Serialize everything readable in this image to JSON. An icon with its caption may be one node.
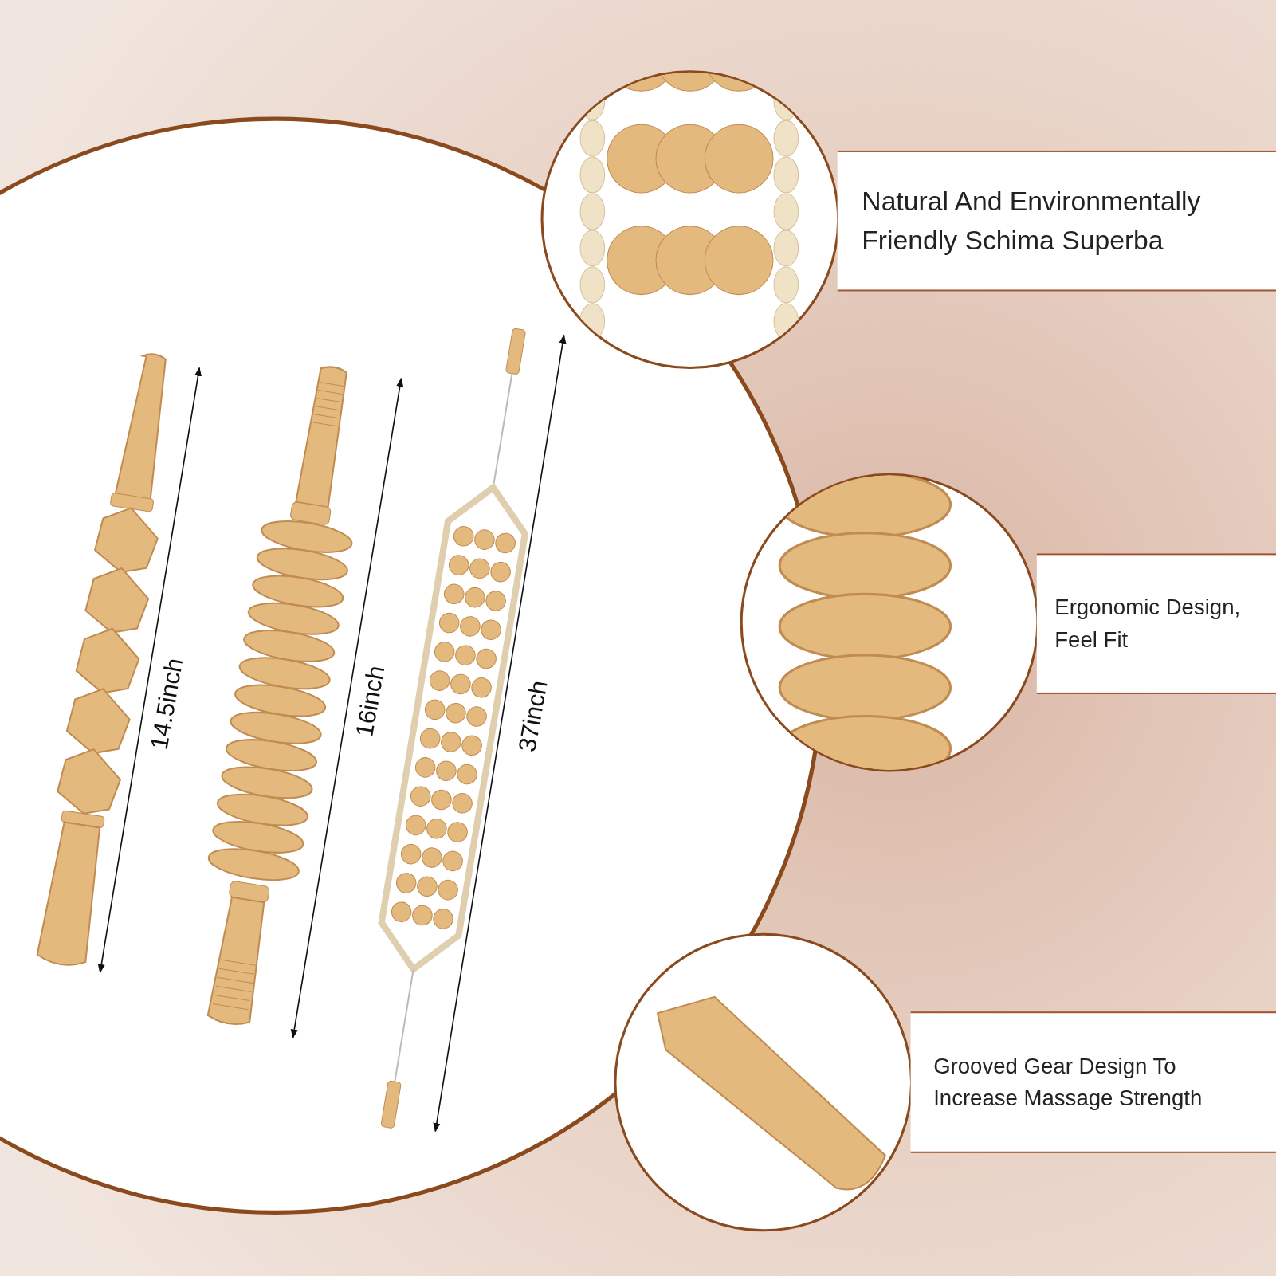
{
  "diagram": {
    "nodes": [
      {
        "text": [
          "Natural And Environmentally Friendly Schima Superba"
        ]
      },
      {
        "text": [
          "Ergonomic Design, Feel Fit"
        ]
      },
      {
        "text": [
          "Grooved Gear Design To Increase Massage Strength"
        ]
      }
    ],
    "labels": [
      "14.5inch",
      "16inch",
      "37inch"
    ]
  }
}
